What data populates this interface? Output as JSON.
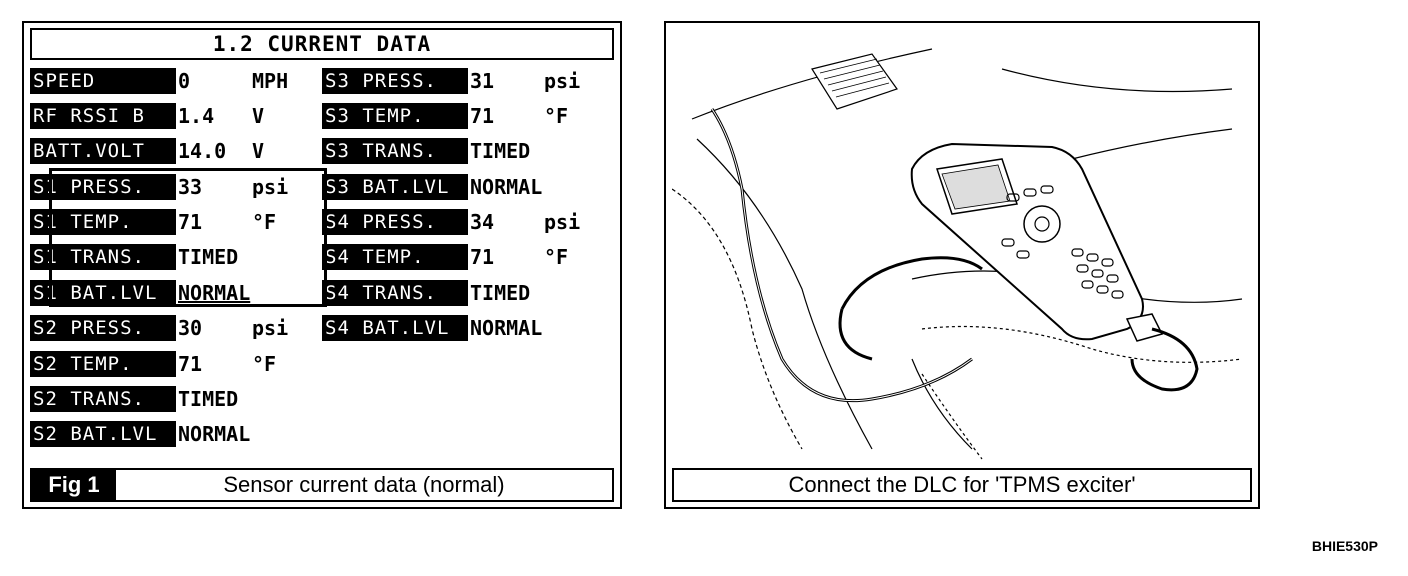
{
  "fig1": {
    "title": "1.2 CURRENT DATA",
    "left_rows": [
      {
        "label": "SPEED",
        "value": "0",
        "unit": "MPH"
      },
      {
        "label": "RF RSSI B",
        "value": "1.4",
        "unit": "V"
      },
      {
        "label": "BATT.VOLT",
        "value": "14.0",
        "unit": "V"
      },
      {
        "label": "S1 PRESS.",
        "value": "33",
        "unit": "psi"
      },
      {
        "label": "S1 TEMP.",
        "value": "71",
        "unit": "°F"
      },
      {
        "label": "S1 TRANS.",
        "value": "TIMED",
        "unit": ""
      },
      {
        "label": "S1 BAT.LVL",
        "value": "NORMAL",
        "unit": ""
      },
      {
        "label": "S2 PRESS.",
        "value": "30",
        "unit": "psi"
      },
      {
        "label": "S2 TEMP.",
        "value": "71",
        "unit": "°F"
      },
      {
        "label": "S2 TRANS.",
        "value": "TIMED",
        "unit": ""
      },
      {
        "label": "S2 BAT.LVL",
        "value": "NORMAL",
        "unit": ""
      }
    ],
    "right_rows": [
      {
        "label": "S3 PRESS.",
        "value": "31",
        "unit": "psi"
      },
      {
        "label": "S3 TEMP.",
        "value": "71",
        "unit": "°F"
      },
      {
        "label": "S3 TRANS.",
        "value": "TIMED",
        "unit": ""
      },
      {
        "label": "S3 BAT.LVL",
        "value": "NORMAL",
        "unit": ""
      },
      {
        "label": "S4 PRESS.",
        "value": "34",
        "unit": "psi"
      },
      {
        "label": "S4 TEMP.",
        "value": "71",
        "unit": "°F"
      },
      {
        "label": "S4 TRANS.",
        "value": "TIMED",
        "unit": ""
      },
      {
        "label": "S4 BAT.LVL",
        "value": "NORMAL",
        "unit": ""
      }
    ],
    "tag": "Fig 1",
    "caption": "Sensor current data (normal)"
  },
  "fig2": {
    "caption": "Connect the DLC for 'TPMS exciter'"
  },
  "figure_code": "BHIE530P"
}
